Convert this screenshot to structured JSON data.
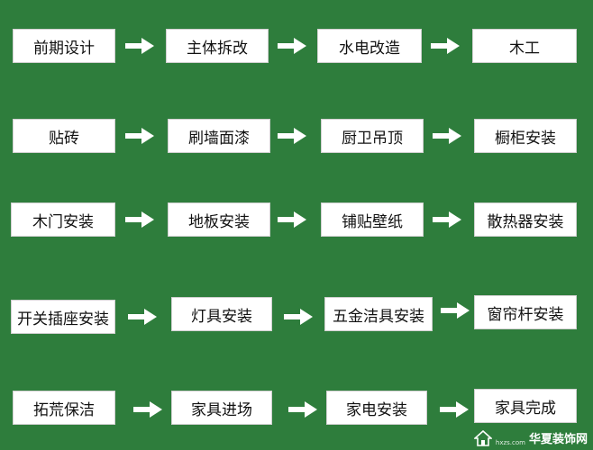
{
  "flow": {
    "rows": [
      [
        "前期设计",
        "主体拆改",
        "水电改造",
        "木工"
      ],
      [
        "贴砖",
        "刷墙面漆",
        "厨卫吊顶",
        "橱柜安装"
      ],
      [
        "木门安装",
        "地板安装",
        "铺贴壁纸",
        "散热器安装"
      ],
      [
        "开关插座安装",
        "灯具安装",
        "五金洁具安装",
        "窗帘杆安装"
      ],
      [
        "拓荒保洁",
        "家具进场",
        "家电安装",
        "家具完成"
      ]
    ]
  },
  "watermark": {
    "brand": "华夏装饰网",
    "url": "hxzs.com"
  },
  "colors": {
    "background": "#2e7d3c",
    "box": "#ffffff",
    "arrow": "#ffffff"
  },
  "icons": {
    "arrow": "right-arrow-icon",
    "logo": "house-logo-icon"
  }
}
